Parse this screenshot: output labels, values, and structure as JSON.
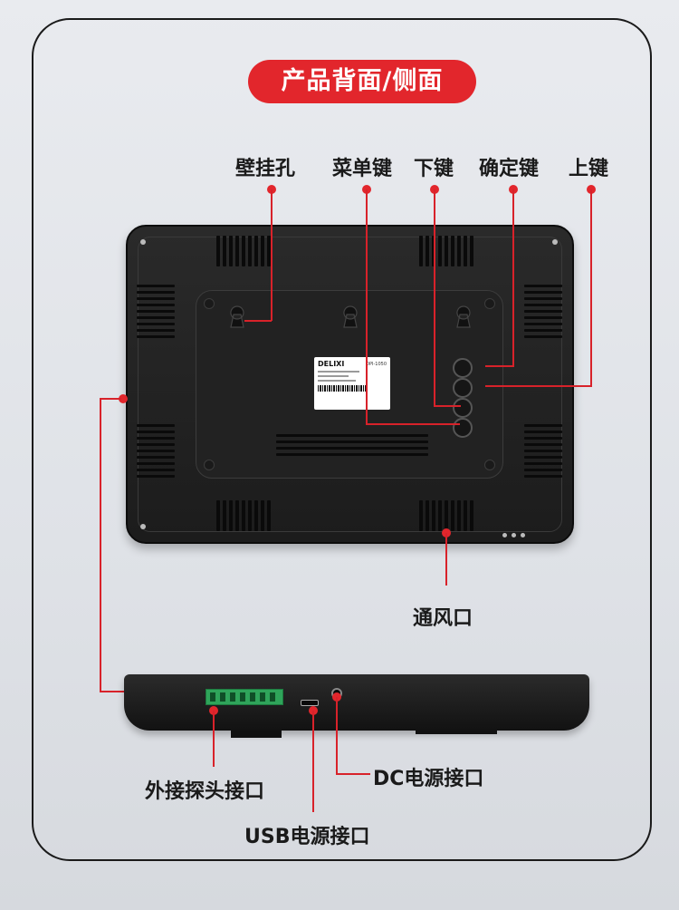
{
  "banner": {
    "title": "产品背面/侧面"
  },
  "labels": {
    "wall_hole": "壁挂孔",
    "menu_key": "菜单键",
    "down_key": "下键",
    "confirm_key": "确定键",
    "up_key": "上键",
    "vent": "通风口",
    "probe_port": "外接探头接口",
    "dc_port": "DC电源接口",
    "usb_port": "USB电源接口"
  },
  "sticker": {
    "brand": "DELIXI",
    "model": "DPI-1050"
  },
  "colors": {
    "accent": "#e2262c",
    "device": "#1c1c1c",
    "terminal": "#2fa45a"
  }
}
